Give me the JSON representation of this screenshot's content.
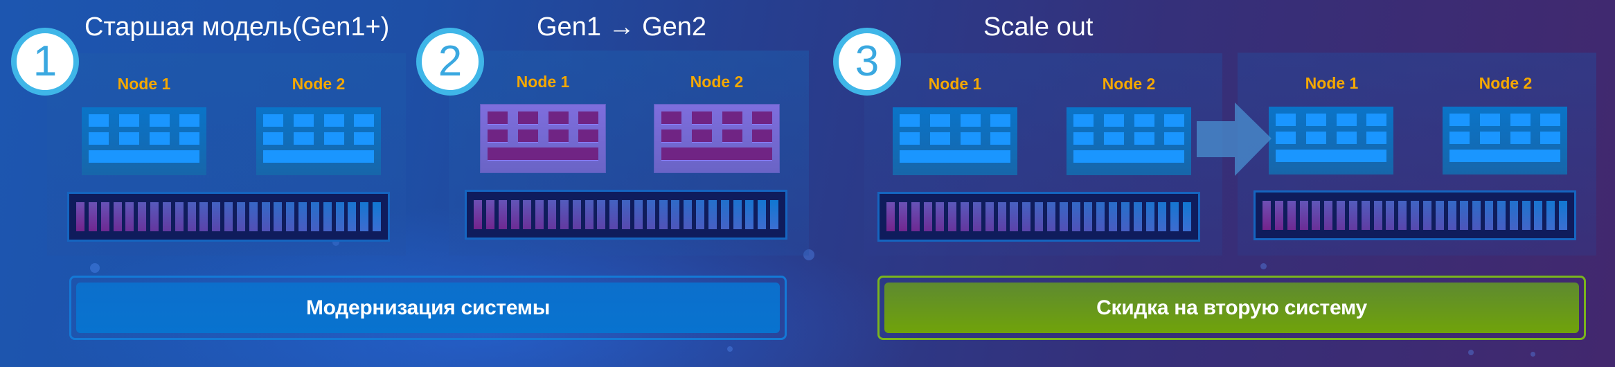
{
  "scenarios": [
    {
      "number": "1",
      "title": "Старшая модель(Gen1+)",
      "systems": [
        {
          "nodes": [
            {
              "label": "Node 1",
              "generation": "gen1"
            },
            {
              "label": "Node 2",
              "generation": "gen1"
            }
          ]
        }
      ]
    },
    {
      "number": "2",
      "title": "Gen1 → Gen2",
      "systems": [
        {
          "nodes": [
            {
              "label": "Node 1",
              "generation": "gen2"
            },
            {
              "label": "Node 2",
              "generation": "gen2"
            }
          ]
        }
      ]
    },
    {
      "number": "3",
      "title": "Scale out",
      "systems": [
        {
          "nodes": [
            {
              "label": "Node 1",
              "generation": "gen1"
            },
            {
              "label": "Node 2",
              "generation": "gen1"
            }
          ]
        },
        {
          "nodes": [
            {
              "label": "Node 1",
              "generation": "gen1"
            },
            {
              "label": "Node 2",
              "generation": "gen1"
            }
          ]
        }
      ]
    }
  ],
  "storage": {
    "slots_per_rack": 25
  },
  "arrow_icon": "right-arrow",
  "actions": {
    "upgrade": {
      "label": "Модернизация системы",
      "color": "#0873cf"
    },
    "second_system": {
      "label": "Скидка на вторую систему",
      "color": "#70a30a"
    }
  },
  "colors": {
    "badge_ring": "#3fb6e8",
    "node_label": "#f5a800",
    "gen1_server": "#1a96ff",
    "gen2_server": "#7e6edd",
    "gen2_cell": "#702484"
  }
}
